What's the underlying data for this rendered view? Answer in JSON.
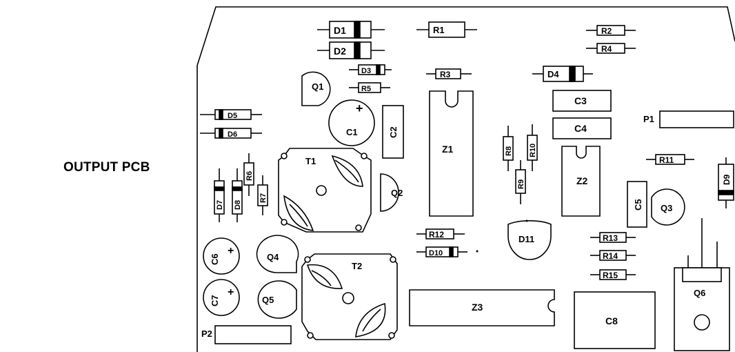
{
  "title": "OUTPUT PCB",
  "components": {
    "diodes": [
      "D1",
      "D2",
      "D3",
      "D4",
      "D5",
      "D6",
      "D7",
      "D8",
      "D9",
      "D10",
      "D11"
    ],
    "resistors": [
      "R1",
      "R2",
      "R3",
      "R4",
      "R5",
      "R6",
      "R7",
      "R8",
      "R9",
      "R10",
      "R11",
      "R12",
      "R13",
      "R14",
      "R15"
    ],
    "capacitors": [
      "C1",
      "C2",
      "C3",
      "C4",
      "C5",
      "C6",
      "C7",
      "C8"
    ],
    "transistors": [
      "Q1",
      "Q2",
      "Q3",
      "Q4",
      "Q5",
      "Q6"
    ],
    "ics": [
      "Z1",
      "Z2",
      "Z3"
    ],
    "transformers": [
      "T1",
      "T2"
    ],
    "connectors": [
      "P1",
      "P2"
    ]
  },
  "polarity_mark": "+"
}
